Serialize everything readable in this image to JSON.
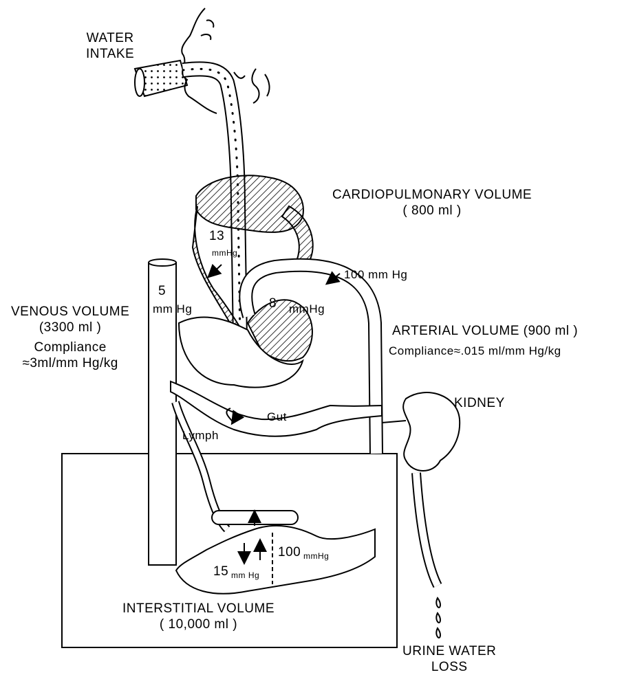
{
  "labels": {
    "water_intake": [
      "WATER",
      "INTAKE"
    ],
    "cardiopulmonary": [
      "CARDIOPULMONARY VOLUME",
      "( 800 ml )"
    ],
    "lung_pressure_value": "13",
    "lung_pressure_unit": "mmHg",
    "venous_pressure_value": "5",
    "venous_pressure_unit": "mm Hg",
    "heart_pressure_value": "8",
    "heart_pressure_unit": "mmHg",
    "arterial_pressure": "100 mm Hg",
    "venous_volume": [
      "VENOUS VOLUME",
      "(3300 ml )",
      "Compliance",
      "≈3ml/mm Hg/kg"
    ],
    "arterial_volume": [
      "ARTERIAL VOLUME (900 ml )",
      "Compliance≈.015 ml/mm Hg/kg"
    ],
    "kidney": "KIDNEY",
    "gut": "Gut",
    "lymph": "Lymph",
    "capillary_venous_value": "15",
    "capillary_venous_unit": "mm Hg",
    "capillary_arterial_value": "100",
    "capillary_arterial_unit": "mmHg",
    "interstitial": [
      "INTERSTITIAL VOLUME",
      "( 10,000 ml )"
    ],
    "urine": [
      "URINE WATER",
      "LOSS"
    ]
  }
}
